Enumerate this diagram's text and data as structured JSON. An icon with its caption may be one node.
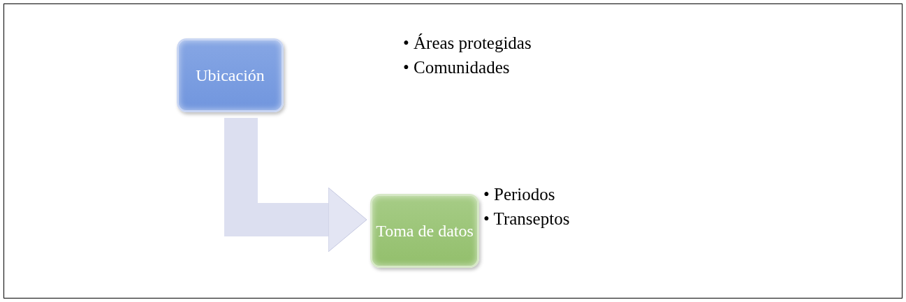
{
  "diagram": {
    "nodes": [
      {
        "text": [
          "Ubicación"
        ],
        "beside": [
          "• Áreas protegidas",
          "• Comunidades"
        ]
      },
      {
        "text": [
          "Toma de datos"
        ],
        "beside": [
          "• Periodos",
          "• Transeptos"
        ]
      }
    ],
    "edges": [
      {
        "from": 0,
        "to": 1,
        "arrow": "to"
      }
    ]
  }
}
